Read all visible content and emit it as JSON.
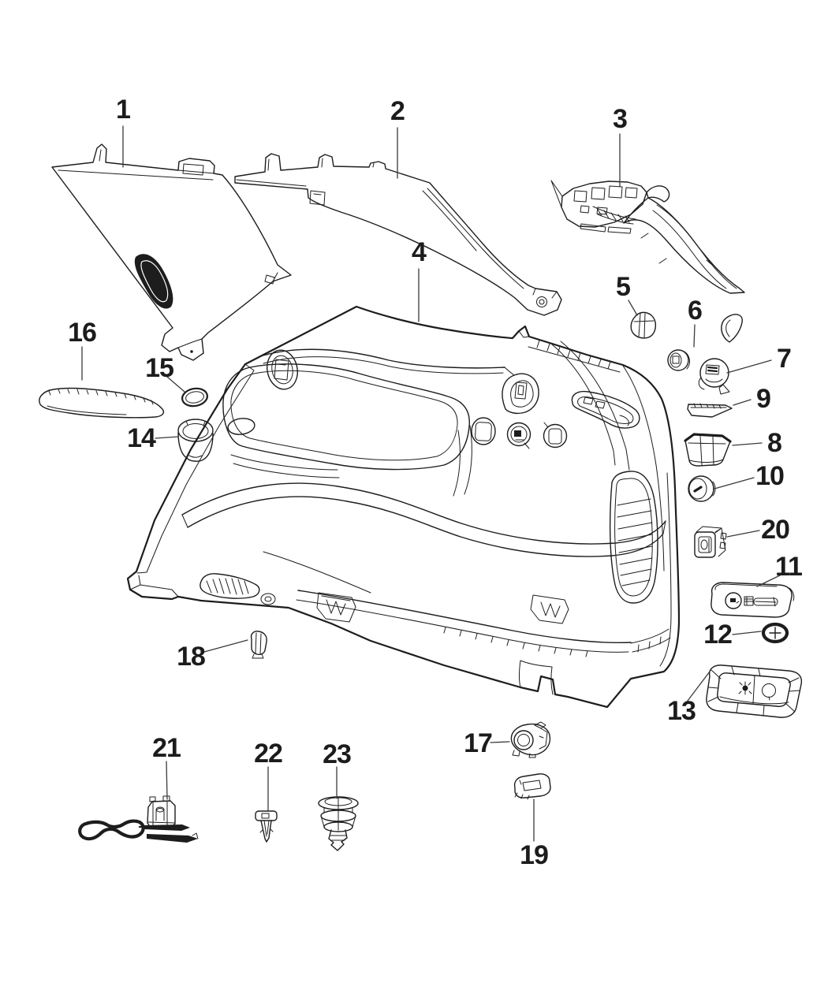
{
  "diagram": {
    "background_color": "#ffffff",
    "line_color": "#1d1d1d",
    "label_color": "#1c1c1c",
    "callouts": [
      {
        "label": "1"
      },
      {
        "label": "2"
      },
      {
        "label": "3"
      },
      {
        "label": "4"
      },
      {
        "label": "5"
      },
      {
        "label": "6"
      },
      {
        "label": "7"
      },
      {
        "label": "8"
      },
      {
        "label": "9"
      },
      {
        "label": "10"
      },
      {
        "label": "11"
      },
      {
        "label": "12"
      },
      {
        "label": "13"
      },
      {
        "label": "14"
      },
      {
        "label": "15"
      },
      {
        "label": "16"
      },
      {
        "label": "17"
      },
      {
        "label": "18"
      },
      {
        "label": "19"
      },
      {
        "label": "20"
      },
      {
        "label": "21"
      },
      {
        "label": "22"
      },
      {
        "label": "23"
      }
    ]
  }
}
